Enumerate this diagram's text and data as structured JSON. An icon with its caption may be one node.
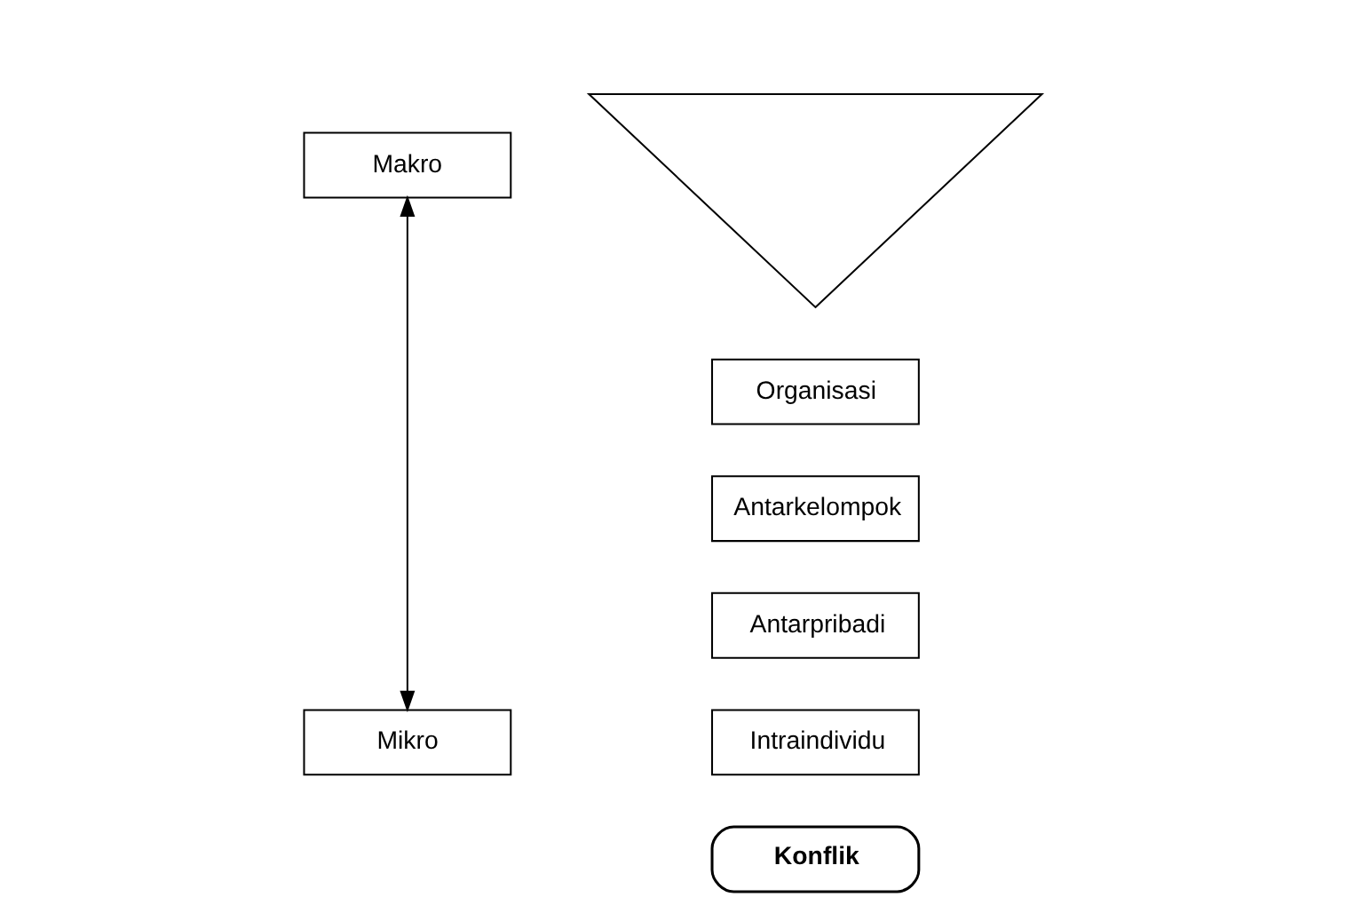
{
  "diagram": {
    "nodes": [
      {
        "text": [
          "Makro"
        ]
      },
      {
        "text": [],
        "shape": "triangle"
      },
      {
        "text": [
          "Organisasi"
        ]
      },
      {
        "text": [
          "Antarkelompok"
        ]
      },
      {
        "text": [
          "Antarpribadi"
        ]
      },
      {
        "text": [
          "Mikro"
        ]
      },
      {
        "text": [
          "Intraindividu"
        ]
      },
      {
        "text": [
          "Konflik"
        ]
      }
    ],
    "edges": [
      {
        "from": 0,
        "to": 5,
        "arrow": "both"
      }
    ]
  }
}
